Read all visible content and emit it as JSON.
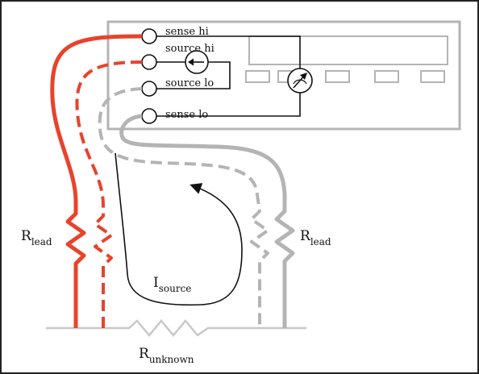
{
  "terminals": {
    "sense_hi": "sense hi",
    "source_hi": "source hi",
    "source_lo": "source lo",
    "sense_lo": "sense lo"
  },
  "labels": {
    "r_lead_left": {
      "main": "R",
      "sub": "lead"
    },
    "r_lead_right": {
      "main": "R",
      "sub": "lead"
    },
    "i_source": {
      "main": "I",
      "sub": "source"
    },
    "r_unknown": {
      "main": "R",
      "sub": "unknown"
    }
  },
  "icons": {
    "current_source": "current-source-icon",
    "meter": "voltmeter-icon",
    "resistor": "zigzag-resistor-icon"
  },
  "colors": {
    "sense_lead_hi": "#e8432b",
    "source_lead_hi": "#e8432b",
    "lead_lo": "#b4b4b4",
    "instrument_outline": "#b4b4b4",
    "wire": "#111111",
    "frame": "#222222"
  }
}
